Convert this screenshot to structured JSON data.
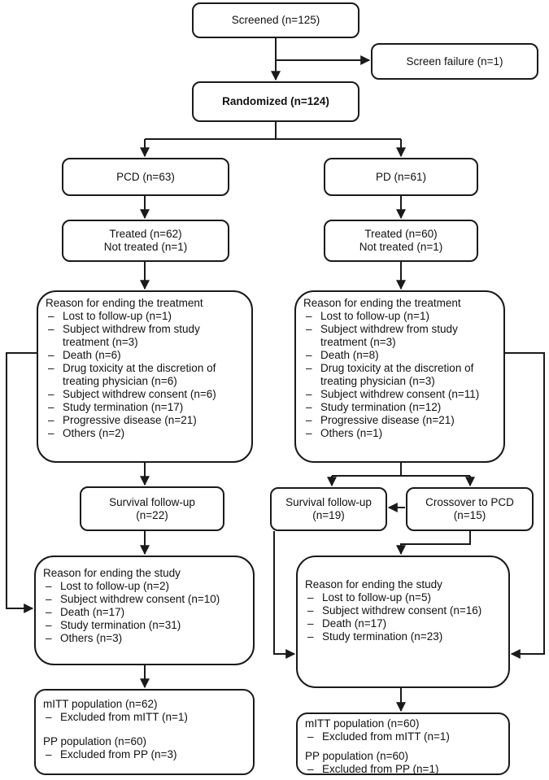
{
  "screened": "Screened (n=125)",
  "screen_failure": "Screen failure (n=1)",
  "randomized": "Randomized (n=124)",
  "left": {
    "arm": "PCD (n=63)",
    "treated": "Treated (n=62)",
    "not_treated": "Not treated (n=1)",
    "end_treatment": {
      "title": "Reason for ending the treatment",
      "items": [
        "Lost to follow-up (n=1)",
        "Subject withdrew from study treatment (n=3)",
        "Death (n=6)",
        "Drug toxicity at the discretion of treating physician (n=6)",
        "Subject withdrew consent (n=6)",
        "Study termination (n=17)",
        "Progressive disease (n=21)",
        "Others (n=2)"
      ]
    },
    "survival": {
      "title": "Survival follow-up",
      "count": "(n=22)"
    },
    "end_study": {
      "title": "Reason for ending the study",
      "items": [
        "Lost to follow-up (n=2)",
        "Subject withdrew consent (n=10)",
        "Death (n=17)",
        "Study termination (n=31)",
        "Others (n=3)"
      ]
    },
    "population": {
      "mitt": "mITT population (n=62)",
      "mitt_excluded": "Excluded from mITT (n=1)",
      "pp": "PP population (n=60)",
      "pp_excluded": "Excluded from PP (n=3)"
    }
  },
  "right": {
    "arm": "PD (n=61)",
    "treated": "Treated (n=60)",
    "not_treated": "Not treated (n=1)",
    "end_treatment": {
      "title": "Reason for ending the treatment",
      "items": [
        "Lost to follow-up (n=1)",
        "Subject withdrew from study treatment (n=3)",
        "Death (n=8)",
        "Drug toxicity at the discretion of treating physician (n=3)",
        "Subject withdrew consent (n=11)",
        "Study termination (n=12)",
        "Progressive disease (n=21)",
        "Others (n=1)"
      ]
    },
    "survival": {
      "title": "Survival follow-up",
      "count": "(n=19)"
    },
    "crossover": {
      "title": "Crossover to PCD",
      "count": "(n=15)"
    },
    "end_study": {
      "title": "Reason for ending the study",
      "items": [
        "Lost to follow-up (n=5)",
        "Subject withdrew consent (n=16)",
        "Death (n=17)",
        "Study termination (n=23)"
      ]
    },
    "population": {
      "mitt": "mITT population (n=60)",
      "mitt_excluded": "Excluded from mITT (n=1)",
      "pp": "PP population (n=60)",
      "pp_excluded": "Excluded from PP (n=1)"
    }
  }
}
